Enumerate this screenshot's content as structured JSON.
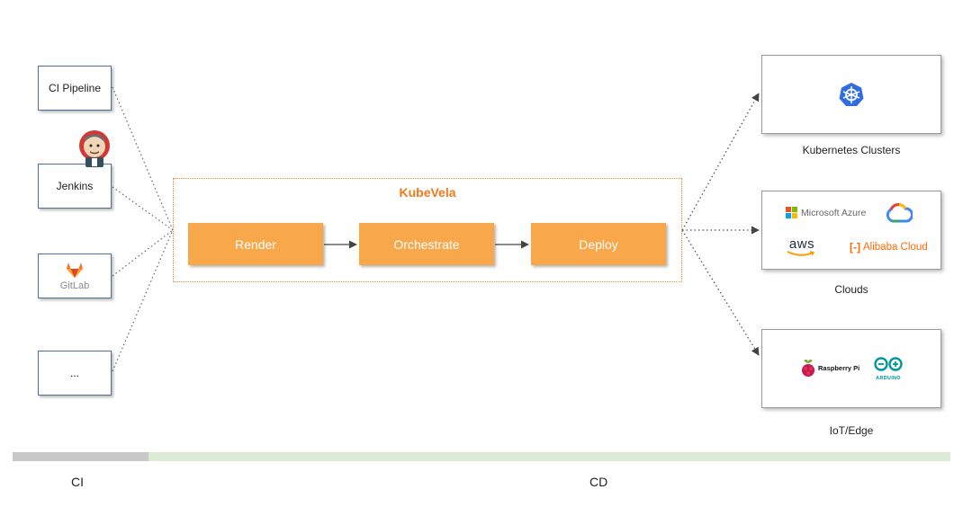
{
  "sources": {
    "ci_pipeline": "CI Pipeline",
    "jenkins": "Jenkins",
    "gitlab": "GitLab",
    "more": "..."
  },
  "kubevela": {
    "title": "KubeVela",
    "stages": [
      "Render",
      "Orchestrate",
      "Deploy"
    ]
  },
  "targets": {
    "kubernetes": {
      "label": "Kubernetes Clusters"
    },
    "clouds": {
      "label": "Clouds",
      "providers": [
        "Microsoft Azure",
        "aws",
        "Alibaba Cloud"
      ]
    },
    "iot": {
      "label": "IoT/Edge",
      "devices": [
        "Raspberry Pi",
        "ARDUINO"
      ]
    }
  },
  "phases": {
    "ci": "CI",
    "cd": "CD"
  },
  "colors": {
    "stage_fill": "#f8a74a",
    "kubevela_accent": "#f07a1a",
    "source_border": "#4a6fa5",
    "ci_bar": "#c8c8c8",
    "cd_bar": "#dcebd6",
    "kubernetes_blue": "#326ce5"
  }
}
